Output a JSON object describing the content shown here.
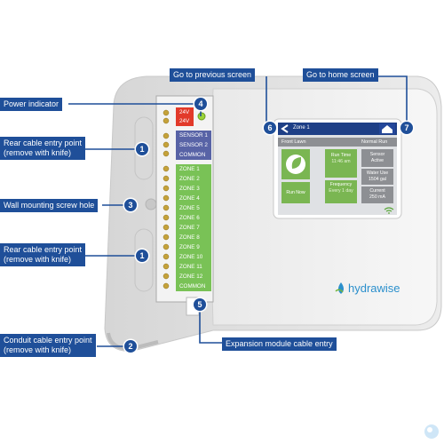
{
  "labels": {
    "power_indicator": "Power indicator",
    "rear_cable_entry_top": "Rear cable entry point\n(remove with knife)",
    "wall_mount_screw_hole": "Wall mounting screw hole",
    "rear_cable_entry_bottom": "Rear cable entry point\n(remove with knife)",
    "conduit_cable_entry": "Conduit cable entry point\n(remove with knife)",
    "go_previous": "Go to previous screen",
    "go_home": "Go to home screen",
    "expansion_module": "Expansion module cable entry"
  },
  "badges": {
    "power_indicator": "4",
    "rear_top": "1",
    "screw_hole": "3",
    "rear_bottom": "1",
    "conduit": "2",
    "previous": "6",
    "home": "7",
    "expansion": "5"
  },
  "terminals": {
    "power": [
      "24V",
      "24V"
    ],
    "sensors": [
      "SENSOR 1",
      "SENSOR 2",
      "COMMON"
    ],
    "zones": [
      "ZONE 1",
      "ZONE 2",
      "ZONE 3",
      "ZONE 4",
      "ZONE 5",
      "ZONE 6",
      "ZONE 7",
      "ZONE 8",
      "ZONE 9",
      "ZONE 10",
      "ZONE 11",
      "ZONE 12"
    ],
    "zone_common": "COMMON"
  },
  "screen": {
    "header": "Zone 1",
    "subheader_left": "Front Lawn",
    "subheader_right": "Normal Run",
    "run_now": "Run Now",
    "run_time_label": "Run Time",
    "run_time_value": "11:46 am",
    "frequency_label": "Frequency",
    "frequency_value": "Every 1 day",
    "sensor_label": "Sensor",
    "sensor_value": "Active",
    "water_use_label": "Water Use",
    "water_use_value": "1504 gal",
    "current_label": "Current",
    "current_value": "250 mA"
  },
  "brand": {
    "name": "hydrawise"
  },
  "colors": {
    "label_bg": "#1f4f99",
    "power_terminal": "#e23a2a",
    "sensor_terminal": "#5863a6",
    "zone_terminal": "#79c256",
    "indicator_led": "#9bd33a",
    "screen_header": "#1e3f86"
  }
}
